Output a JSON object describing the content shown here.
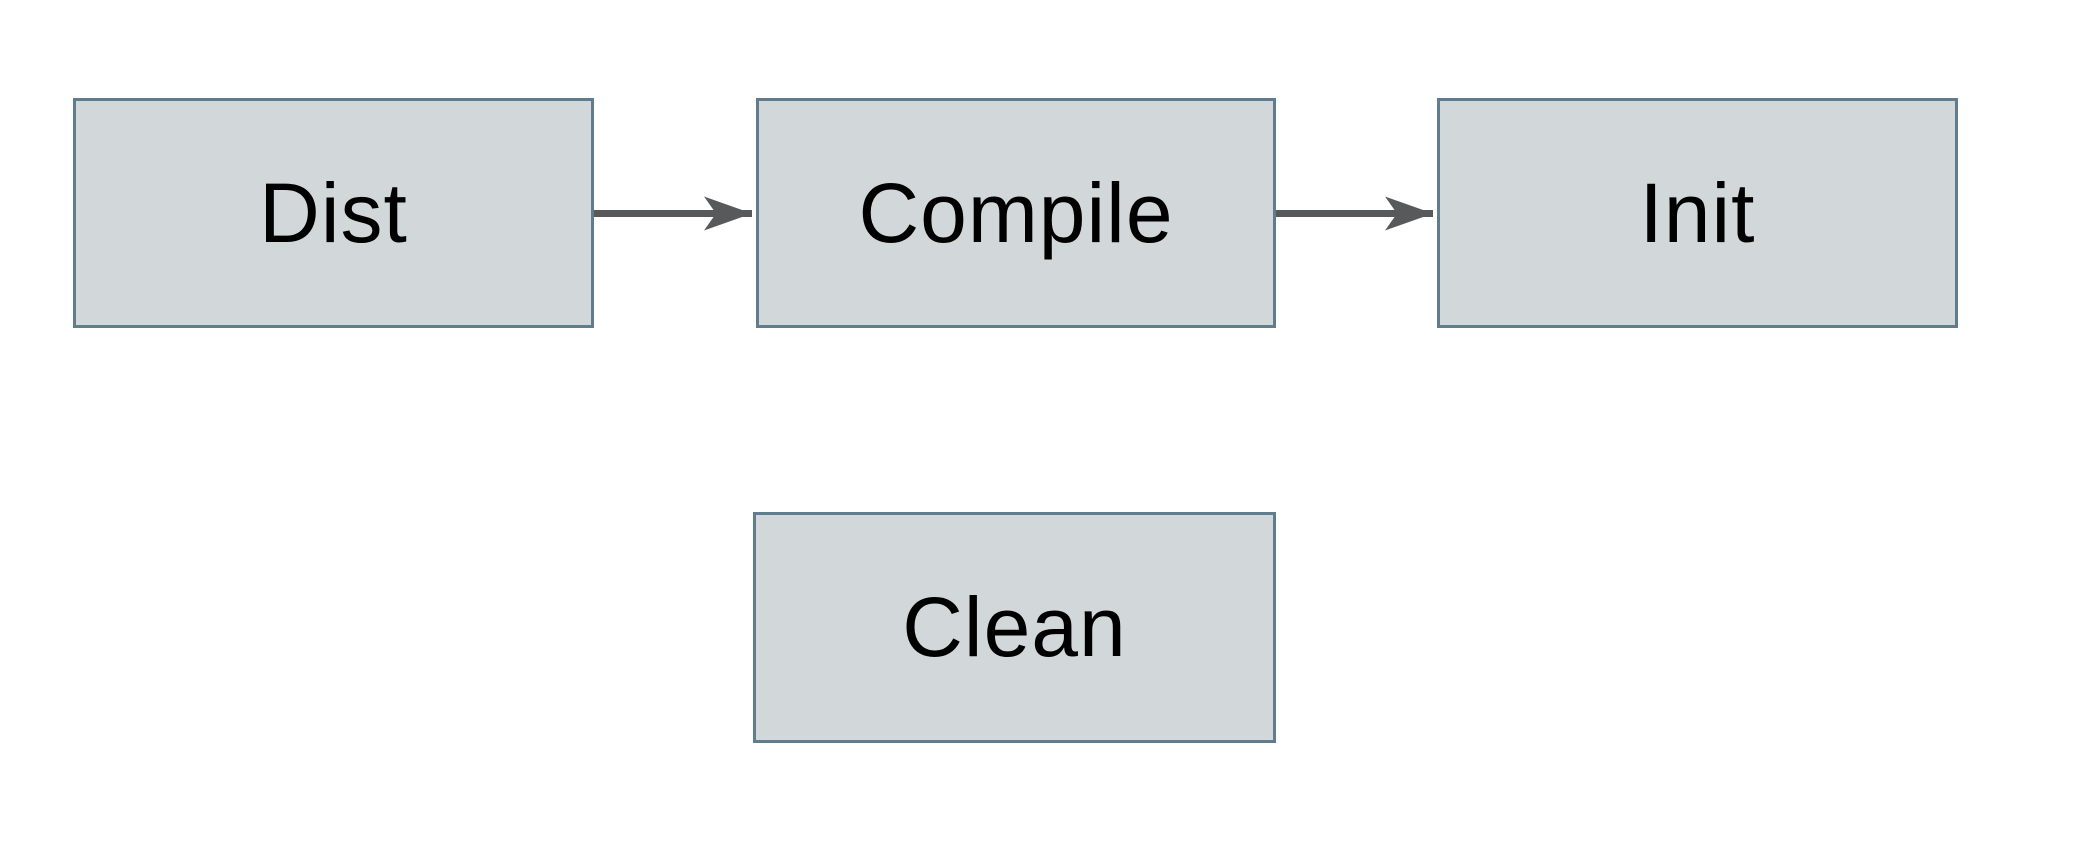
{
  "diagram": {
    "title": "build-targets-flow",
    "nodes": [
      {
        "id": "dist",
        "label": "Dist"
      },
      {
        "id": "compile",
        "label": "Compile"
      },
      {
        "id": "init",
        "label": "Init"
      },
      {
        "id": "clean",
        "label": "Clean"
      }
    ],
    "edges": [
      {
        "from": "dist",
        "to": "compile"
      },
      {
        "from": "compile",
        "to": "init"
      }
    ],
    "colors": {
      "background": "#ffffff",
      "node_fill": "#d2d8da",
      "node_border": "#5f7d8c",
      "arrow": "#58595b",
      "text": "#000000"
    }
  }
}
